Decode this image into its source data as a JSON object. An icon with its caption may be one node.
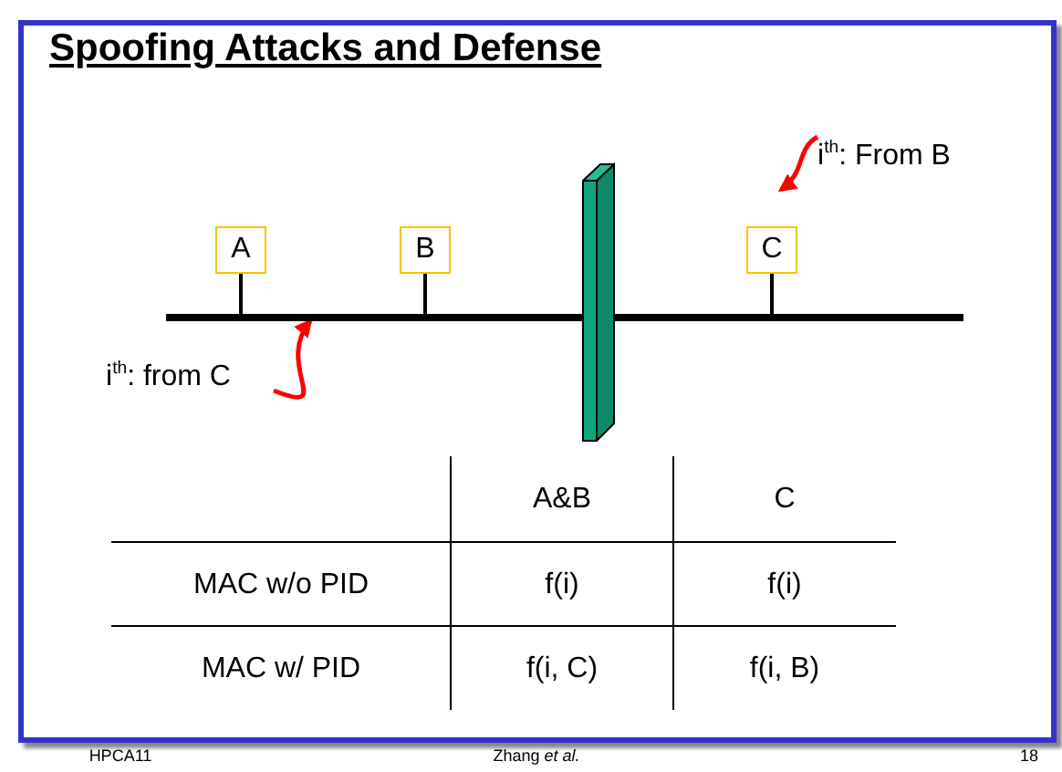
{
  "diagram": {
    "title": "Spoofing Attacks and Defense",
    "nodes": [
      {
        "text": [
          "A"
        ]
      },
      {
        "text": [
          "B"
        ]
      },
      {
        "text": [
          "C"
        ]
      },
      {
        "text": [],
        "shape": "bar"
      },
      {
        "text": [],
        "shape": "bar"
      },
      {
        "text": [
          "i$^{th}$: from C"
        ]
      },
      {
        "text": [
          "i$^{th}$: From B"
        ]
      }
    ],
    "edges": [
      {
        "from": 0,
        "to": 3,
        "arrow": "none"
      },
      {
        "from": 1,
        "to": 3,
        "arrow": "none"
      },
      {
        "from": 2,
        "to": 3,
        "arrow": "none"
      },
      {
        "from": 5,
        "to": 3,
        "arrow": "to",
        "color": "#ff0000"
      },
      {
        "from": 6,
        "to": null,
        "arrow": "to",
        "color": "#ff0000"
      }
    ],
    "labels": [
      "A&B",
      "C",
      "MAC w/o PID",
      "f(i)",
      "f(i)",
      "MAC w/ PID",
      "f(i, C)",
      "f(i, B)",
      "HPCA11",
      "Zhang *et al.*",
      "18"
    ]
  }
}
